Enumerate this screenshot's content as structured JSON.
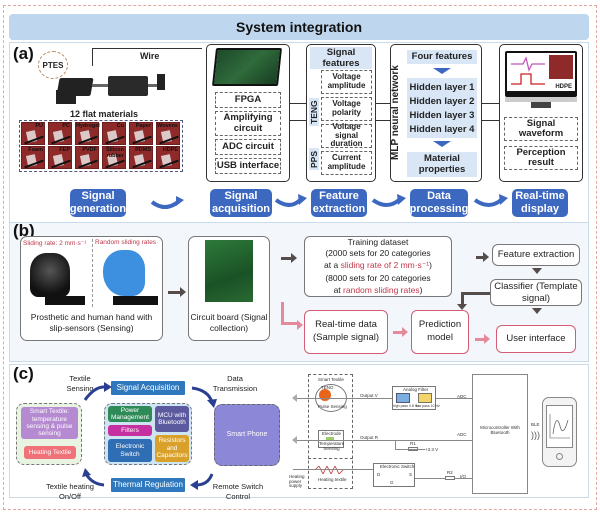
{
  "title": "System integration",
  "panel_a": {
    "label": "(a)",
    "ptes": "PTES",
    "wire": "Wire",
    "materials_title": "12 flat materials",
    "materials": [
      "PU",
      "PC",
      "Hydrogel",
      "Cu",
      "Paper",
      "Wovens",
      "Foam",
      "FEP",
      "PVDF",
      "Silicon rubber",
      "PDMS",
      "HDPE"
    ],
    "hardware": [
      "FPGA",
      "Amplifying circuit",
      "ADC circuit",
      "USB interface"
    ],
    "signal_features": {
      "title": "Signal features",
      "teng_label": "TENG",
      "pps_label": "PPS",
      "teng_items": [
        "Voltage amplitude",
        "Voltage polarity",
        "Voltage signal duration"
      ],
      "pps_items": [
        "Current amplitude"
      ]
    },
    "mlp": {
      "side_label": "MLP neural network",
      "input": "Four features",
      "layers": [
        "Hidden layer 1",
        "Hidden layer 2",
        "Hidden layer 3",
        "Hidden layer 4"
      ],
      "output": "Material properties"
    },
    "display": {
      "screen_label": "HDPE",
      "items": [
        "Signal waveform",
        "Perception result"
      ]
    },
    "steps": [
      "Signal generation",
      "Signal acquisition",
      "Feature extraction",
      "Data processing",
      "Real-time display"
    ],
    "colors": {
      "step_blue": "#3d68c0",
      "feature_bg": "#d8e6f6"
    }
  },
  "panel_b": {
    "label": "(b)",
    "sliding_rate": "Sliding rate: 2 mm·s⁻¹",
    "random_rates": "Random sliding rates",
    "hand_caption": "Prosthetic and human hand with slip-sensors (Sensing)",
    "board_caption": "Circuit board (Signal collection)",
    "training": {
      "title": "Training dataset",
      "line1a": "(2000 sets for 20 categories",
      "line1b_prefix": "at a ",
      "line1b_red": "sliding rate of 2 mm·s⁻¹",
      "line1b_suffix": ")",
      "line2a": "(8000 sets for 20 categories",
      "line2b_prefix": "at ",
      "line2b_red": "random sliding rates",
      "line2b_suffix": ")"
    },
    "feature_extraction": "Feature extraction",
    "classifier": "Classifier (Template signal)",
    "realtime": "Real-time data (Sample signal)",
    "prediction": "Prediction model",
    "user_interface": "User interface",
    "colors": {
      "accent_red": "#c0394b",
      "pink_border": "#d45c74"
    }
  },
  "panel_c": {
    "label": "(c)",
    "textile_sensing": "Textile Sensing",
    "signal_acquisition": "Signal Acquisition",
    "data_transmission": "Data Transmission",
    "smart_textile": "Smart Textile: temperature sensing & pulse sensing",
    "heating_textile": "Heating Textile",
    "modules": [
      "Power Management",
      "MCU with Bluetooth",
      "Filters",
      "Resistors and Capacitors",
      "Electronic Switch"
    ],
    "smart_phone": "Smart Phone",
    "thermal_regulation": "Thermal Regulation",
    "textile_heating": "Textile heating On/Off",
    "remote": "Remote Switch Control",
    "schematic": {
      "smart_textile": "Smart Textile",
      "teng": "TENG",
      "pulse_sensing": "Pulse Sensing",
      "electrode": "Electrode",
      "temp_sensing": "Temperature Sensing",
      "output_v": "Output V",
      "output_r": "Output R",
      "analog_filter": "Analog Filter",
      "high_pass": "high pass 0.8 Hz",
      "low_pass": "low pass 10 Hz",
      "adc": "ADC",
      "r1": "R1",
      "vcc": "+3.3 V",
      "heating_supply": "Heating power supply",
      "heating_textile": "Heating textile",
      "electronic_switch": "Electronic Switch",
      "d": "D",
      "s": "S",
      "g": "G",
      "r2": "R2",
      "io": "I/O",
      "mcu": "Microcontroller With Bluetooth",
      "ble": "BLE"
    },
    "colors": {
      "purple": "#b58ad1",
      "heating": "#f07178",
      "phone": "#8c87d6",
      "green": "#2e8b57",
      "magenta": "#c62fa0",
      "blue": "#2f6db5",
      "mcu": "#5c5a9e",
      "orange": "#d9a12a",
      "bar": "#2f78be"
    }
  }
}
